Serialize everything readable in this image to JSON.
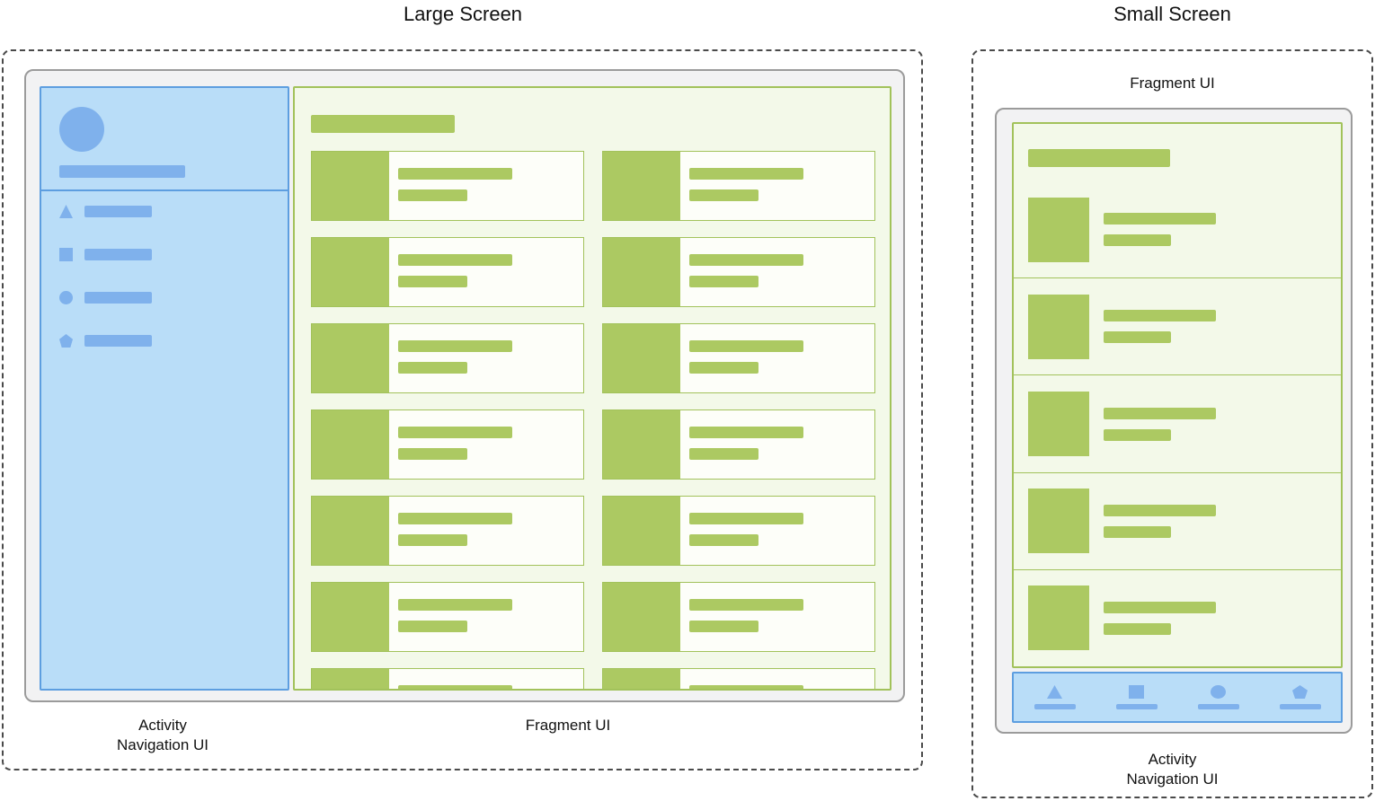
{
  "colors": {
    "blue_fill": "#B9DDF8",
    "blue_border": "#5D9EE0",
    "blue_accent": "#7FB1EC",
    "green_fill": "#F3F9E9",
    "green_border": "#A2C25B",
    "green_accent": "#ACC962",
    "card_fill": "#FDFEF9",
    "frame_fill": "#F2F2F3",
    "frame_border": "#9B9B9B",
    "dash_border": "#4A4A4A",
    "text": "#111111"
  },
  "large_screen": {
    "title": "Large Screen",
    "nav_caption": [
      "Activity",
      "Navigation UI"
    ],
    "fragment_caption": "Fragment UI",
    "nav_items": [
      {
        "icon": "triangle"
      },
      {
        "icon": "square"
      },
      {
        "icon": "circle"
      },
      {
        "icon": "pentagon"
      }
    ],
    "card_count": 14
  },
  "small_screen": {
    "title": "Small Screen",
    "fragment_caption": "Fragment UI",
    "nav_caption": [
      "Activity",
      "Navigation UI"
    ],
    "list_item_count": 5,
    "bottom_nav_icons": [
      "triangle",
      "square",
      "circle",
      "pentagon"
    ]
  }
}
